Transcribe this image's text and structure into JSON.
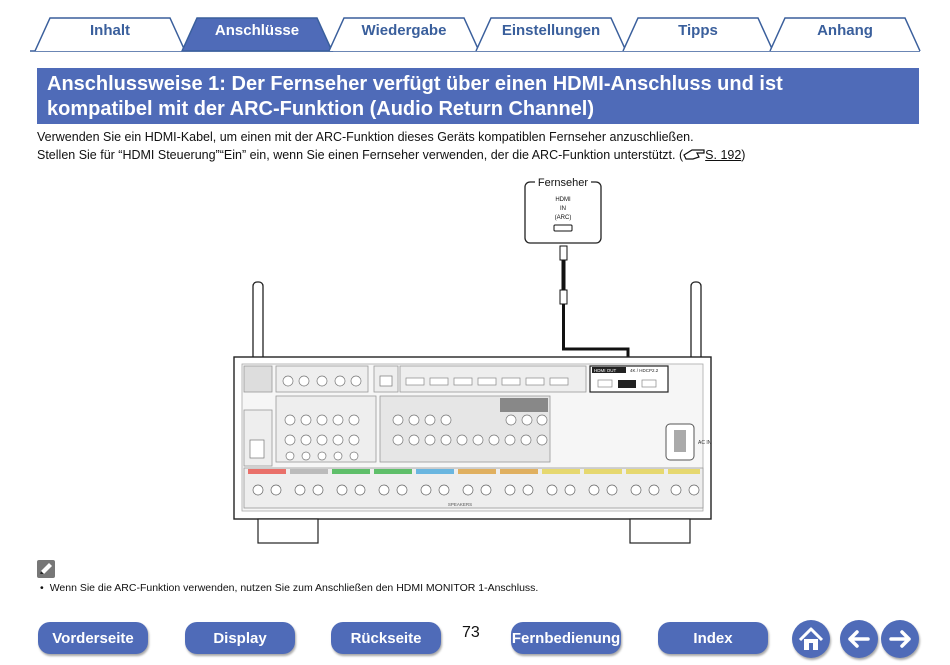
{
  "colors": {
    "accent": "#4f6bb8",
    "tab_text": "#3a5f9c"
  },
  "tabs": [
    {
      "label": "Inhalt",
      "active": false
    },
    {
      "label": "Anschlüsse",
      "active": true
    },
    {
      "label": "Wiedergabe",
      "active": false
    },
    {
      "label": "Einstellungen",
      "active": false
    },
    {
      "label": "Tipps",
      "active": false
    },
    {
      "label": "Anhang",
      "active": false
    }
  ],
  "header": {
    "title_line1": "Anschlussweise 1: Der Fernseher verfügt über einen HDMI-Anschluss und ist",
    "title_line2": "kompatibel mit der ARC-Funktion (Audio Return Channel)"
  },
  "body": {
    "line1": "Verwenden Sie ein HDMI-Kabel, um einen mit der ARC-Funktion dieses Geräts kompatiblen Fernseher anzuschließen.",
    "line2_prefix": "Stellen Sie für “HDMI Steuerung”“Ein” ein, wenn Sie einen Fernseher verwenden, der die ARC-Funktion unterstützt.  (",
    "link": "S. 192",
    "line2_suffix": ")"
  },
  "diagram": {
    "tv_label": "Fernseher",
    "tv_port_line1": "HDMI",
    "tv_port_line2": "IN",
    "tv_port_line3": "(ARC)",
    "receiver_hdmi_out": "HDMI OUT",
    "receiver_hdmi_spec": "4K / HDCP2.2",
    "ac_in": "AC IN",
    "speakers": "SPEAKERS"
  },
  "note": {
    "bullet": "•",
    "text": "Wenn Sie die ARC-Funktion verwenden, nutzen Sie zum Anschließen den HDMI MONITOR 1-Anschluss."
  },
  "footer": {
    "buttons": [
      "Vorderseite",
      "Display",
      "Rückseite",
      "Fernbedienung",
      "Index"
    ],
    "page_number": "73"
  }
}
